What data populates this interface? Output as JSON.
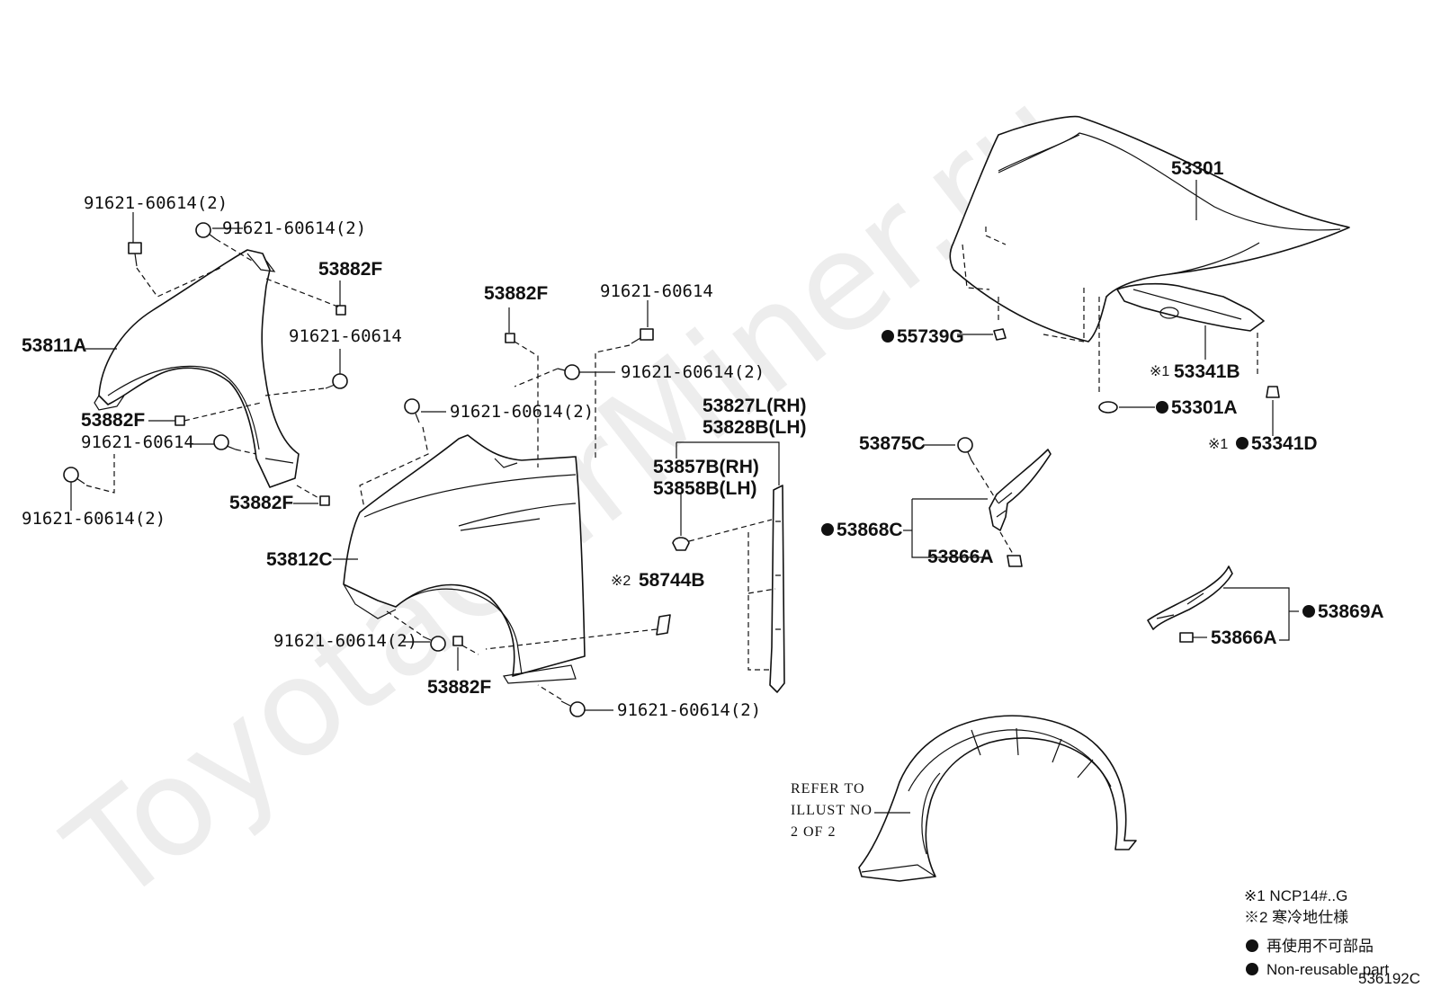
{
  "watermark": "ToyotaCarMiner.ru",
  "diagram_code": "536192C",
  "parts": {
    "p53811A": "53811A",
    "p53882F_a": "53882F",
    "p53882F_b": "53882F",
    "p53882F_c": "53882F",
    "p53882F_d": "53882F",
    "p53882F_e": "53882F",
    "bolt_a": "91621-60614(2)",
    "bolt_b": "91621-60614(2)",
    "bolt_c": "91621-60614",
    "bolt_d": "91621-60614",
    "bolt_e": "91621-60614(2)",
    "bolt_f": "91621-60614",
    "bolt_g": "91621-60614(2)",
    "bolt_h": "91621-60614(2)",
    "bolt_i": "91621-60614(2)",
    "bolt_j": "91621-60614(2)",
    "p53812C": "53812C",
    "p58744B_mark": "※2",
    "p58744B": "58744B",
    "p53827L": "53827L(RH)",
    "p53828B": "53828B(LH)",
    "p53857B": "53857B(RH)",
    "p53858B": "53858B(LH)",
    "p53301": "53301",
    "p55739G": "55739G",
    "p53341B_mark": "※1",
    "p53341B": "53341B",
    "p53301A": "53301A",
    "p53341D_mark": "※1",
    "p53341D": "53341D",
    "p53875C": "53875C",
    "p53868C": "53868C",
    "p53866A_a": "53866A",
    "p53869A": "53869A",
    "p53866A_b": "53866A",
    "refer_line1": "REFER TO",
    "refer_line2": "ILLUST NO",
    "refer_line3": "2 OF 2"
  },
  "legend": {
    "note1": "※1 NCP14#..G",
    "note2": "※2 寒冷地仕様",
    "note3_jp": "再使用不可部品",
    "note4_en": "Non-reusable part"
  }
}
